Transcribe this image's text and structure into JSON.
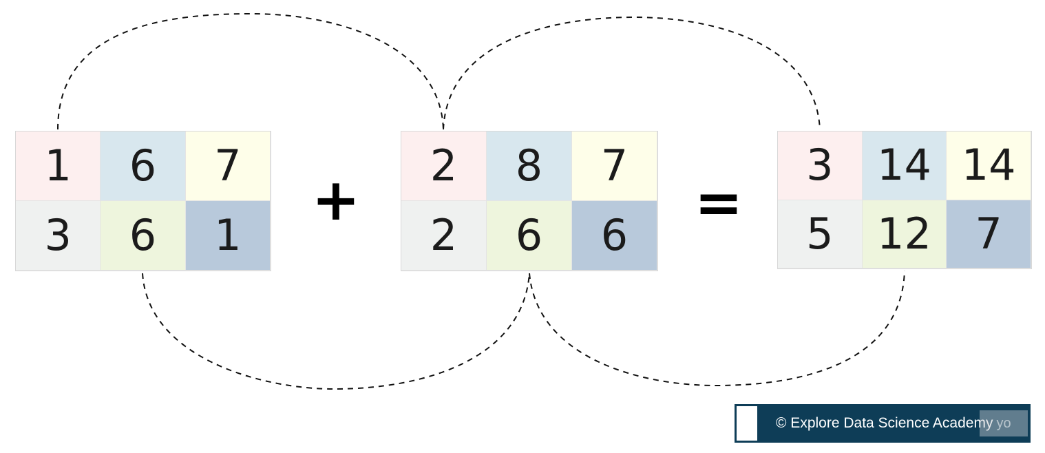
{
  "matrices": {
    "a": {
      "row1": [
        "1",
        "6",
        "7"
      ],
      "row2": [
        "3",
        "6",
        "1"
      ]
    },
    "b": {
      "row1": [
        "2",
        "8",
        "7"
      ],
      "row2": [
        "2",
        "6",
        "6"
      ]
    },
    "c": {
      "row1": [
        "3",
        "14",
        "14"
      ],
      "row2": [
        "5",
        "12",
        "7"
      ]
    }
  },
  "operators": {
    "plus": "+",
    "equals": "="
  },
  "cell_colors": {
    "pink": "#fdefef",
    "light_blue": "#d8e7ee",
    "light_yellow": "#fefee9",
    "light_gray": "#eff1f0",
    "light_green": "#eef5dd",
    "steel_blue": "#b8c9db"
  },
  "banner": {
    "text": "© Explore Data Science Academy",
    "background": "#0e3d57",
    "logo_text": "yo"
  }
}
